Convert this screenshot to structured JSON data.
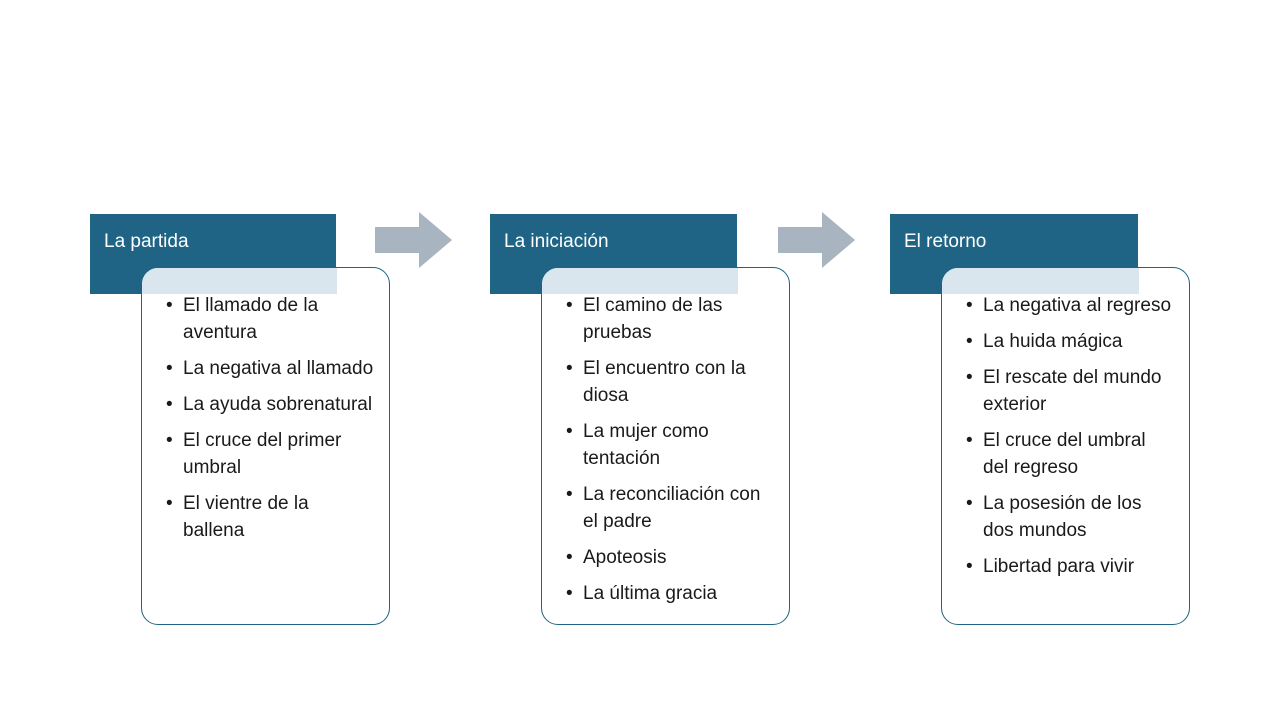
{
  "diagram": {
    "type": "process-flow",
    "colors": {
      "header_bg": "#1f6484",
      "header_text": "#ffffff",
      "body_border": "#1f6484",
      "body_bg": "#ffffff",
      "overlap_tint": "#d9e6ee",
      "arrow": "#a8b4c0",
      "bullet_text": "#1a1a1a"
    },
    "columns": [
      {
        "title": "La partida",
        "items": [
          "El llamado de la aventura",
          "La negativa al llamado",
          "La ayuda sobrenatural",
          "El cruce del primer umbral",
          "El vientre de la ballena"
        ]
      },
      {
        "title": "La iniciación",
        "items": [
          "El camino de las pruebas",
          "El encuentro con la diosa",
          "La mujer como tentación",
          "La reconciliación con el padre",
          "Apoteosis",
          "La última gracia"
        ]
      },
      {
        "title": "El retorno",
        "items": [
          "La negativa al regreso",
          "La huida mágica",
          "El rescate del mundo exterior",
          "El cruce del umbral del regreso",
          "La posesión de los dos mundos",
          "Libertad para vivir"
        ]
      }
    ]
  }
}
